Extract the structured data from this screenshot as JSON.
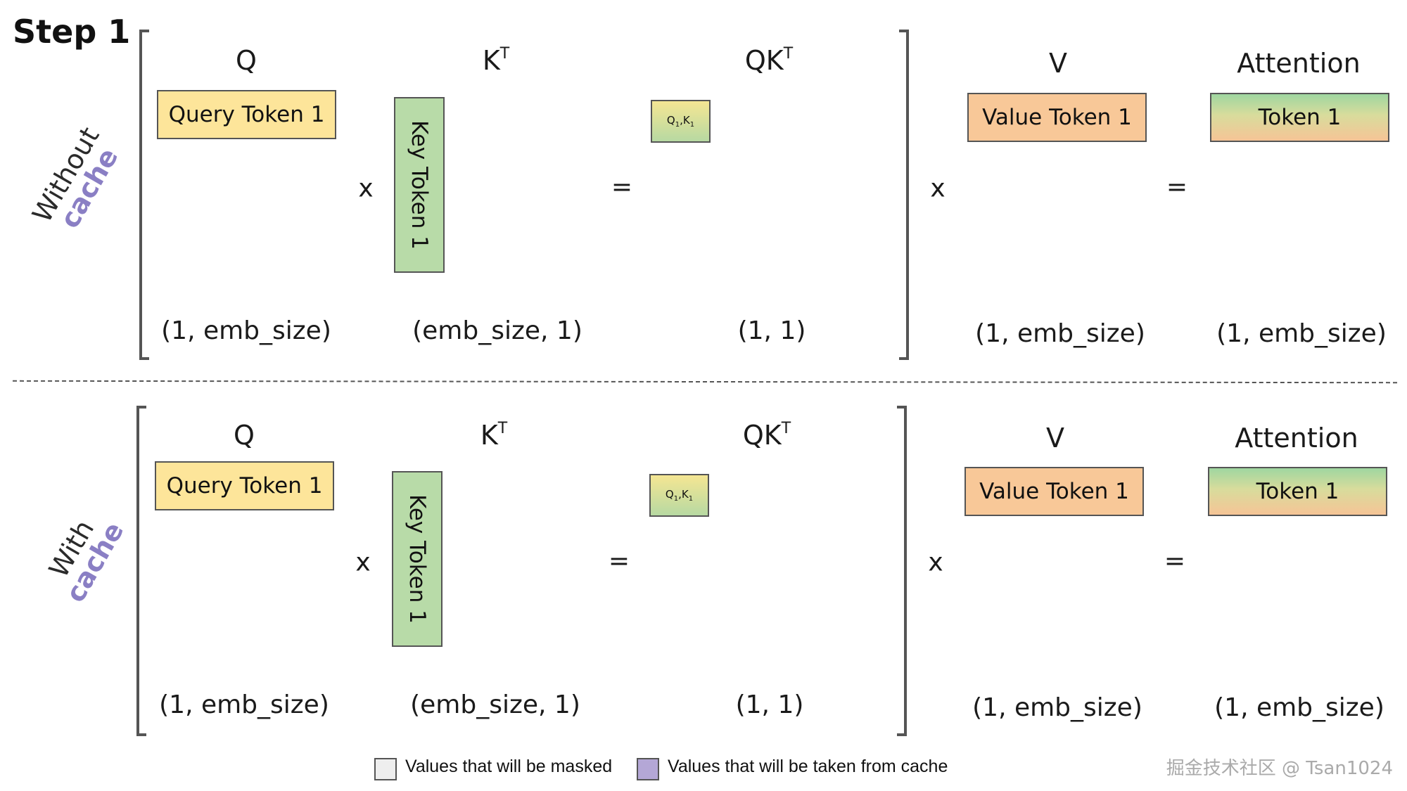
{
  "title": "Step 1",
  "panels": [
    {
      "label_line1": "Without",
      "label_line2": "cache",
      "q_header": "Q",
      "kt_header_base": "K",
      "kt_header_sup": "T",
      "qkt_header_base": "QK",
      "qkt_header_sup": "T",
      "v_header": "V",
      "att_header": "Attention",
      "query_box": "Query Token 1",
      "key_box": "Key Token 1",
      "qk_cell_q": "Q",
      "qk_cell_q_sub": "1",
      "qk_cell_k": "K",
      "qk_cell_k_sub": "1",
      "value_box": "Value Token 1",
      "att_box": "Token 1",
      "op_x1": "x",
      "op_eq1": "=",
      "op_x2": "x",
      "op_eq2": "=",
      "dim_q": "(1, emb_size)",
      "dim_kt": "(emb_size, 1)",
      "dim_qkt": "(1, 1)",
      "dim_v": "(1, emb_size)",
      "dim_att": "(1, emb_size)"
    },
    {
      "label_line1": "With",
      "label_line2": "cache",
      "q_header": "Q",
      "kt_header_base": "K",
      "kt_header_sup": "T",
      "qkt_header_base": "QK",
      "qkt_header_sup": "T",
      "v_header": "V",
      "att_header": "Attention",
      "query_box": "Query Token 1",
      "key_box": "Key Token 1",
      "qk_cell_q": "Q",
      "qk_cell_q_sub": "1",
      "qk_cell_k": "K",
      "qk_cell_k_sub": "1",
      "value_box": "Value Token 1",
      "att_box": "Token 1",
      "op_x1": "x",
      "op_eq1": "=",
      "op_x2": "x",
      "op_eq2": "=",
      "dim_q": "(1, emb_size)",
      "dim_kt": "(emb_size, 1)",
      "dim_qkt": "(1, 1)",
      "dim_v": "(1, emb_size)",
      "dim_att": "(1, emb_size)"
    }
  ],
  "legend": {
    "masked": "Values that will be masked",
    "cache": "Values that will be taken from cache",
    "masked_color": "#eeeeee",
    "cache_color": "#b4a7d6"
  },
  "watermark": "掘金技术社区 @ Tsan1024",
  "colors": {
    "query": "#fde59a",
    "key": "#b8dba8",
    "value": "#f8c898",
    "cache_label": "#8a7fc4"
  }
}
